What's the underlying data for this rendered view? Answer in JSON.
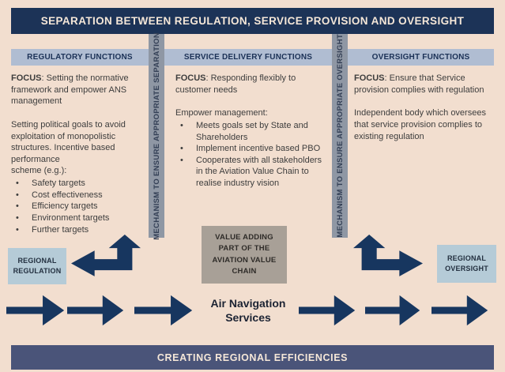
{
  "top_banner": {
    "title": "SEPARATION BETWEEN REGULATION, SERVICE PROVISION AND OVERSIGHT"
  },
  "bottom_banner": {
    "title": "CREATING REGIONAL EFFICIENCIES"
  },
  "columns": [
    {
      "header": "REGULATORY FUNCTIONS",
      "focus_label": "FOCUS",
      "focus_rest": ": Setting the normative framework and empower ANS management",
      "para1": "Setting political goals to avoid exploitation of monopolistic structures. Incentive based performance",
      "para2": "scheme (e.g.):",
      "bullets": [
        "Safety targets",
        "Cost effectiveness",
        "Efficiency targets",
        "Environment targets",
        "Further targets"
      ]
    },
    {
      "header": "SERVICE DELIVERY FUNCTIONS",
      "focus_label": "FOCUS",
      "focus_rest": ": Responding flexibly to customer needs",
      "intro": "Empower management:",
      "bullets": [
        "Meets goals set by State and Shareholders",
        "Implement incentive based PBO",
        "Cooperates with all stakeholders in the Aviation Value Chain to realise industry vision"
      ]
    },
    {
      "header": "OVERSIGHT FUNCTIONS",
      "focus_label": "FOCUS",
      "focus_rest": ": Ensure that Service provision complies with regulation",
      "para1": "Independent body which oversees that service provision complies to existing regulation"
    }
  ],
  "separators": [
    {
      "label": "MECHANISM TO ENSURE APPROPRIATE SEPARATION"
    },
    {
      "label": "MECHANISM TO ENSURE APPROPRIATE OVERSIGHT"
    }
  ],
  "boxes": {
    "regional_regulation": {
      "lines": [
        "REGIONAL",
        "REGULATION"
      ]
    },
    "value_adding": {
      "lines": [
        "VALUE ADDING",
        "PART OF THE",
        "AVIATION VALUE",
        "CHAIN"
      ]
    },
    "regional_oversight": {
      "lines": [
        "REGIONAL",
        "OVERSIGHT"
      ]
    }
  },
  "flow": {
    "center_label": "Air Navigation Services"
  },
  "colors": {
    "background": "#f2decf",
    "banner_navy": "#1c3357",
    "banner_slate": "#4a5479",
    "header_band": "#b0bdd2",
    "separator_gray": "#8f97a4",
    "box_blue": "#b5cbd7",
    "box_gray": "#a8a097",
    "arrow": "#17365f",
    "text_cream": "#f5e7d8",
    "text_dark": "#3d3d3d"
  }
}
